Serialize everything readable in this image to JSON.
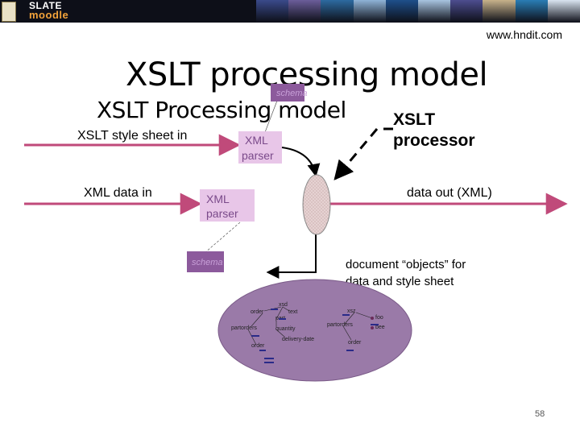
{
  "banner": {
    "logo_line1": "SLATE",
    "logo_line2": "moodle",
    "strip_colors": [
      "#3a4a8a",
      "#6b5d9a",
      "#2d6aa0",
      "#8fb3d6",
      "#1e4f8a",
      "#a8c4e0",
      "#4d4d8f",
      "#c7b28a",
      "#2a7db5",
      "#d9e4f0"
    ]
  },
  "url": "www.hndit.com",
  "title": "XSLT processing model",
  "subtitle": "XSLT Processing model",
  "labels": {
    "xslt_processor_line1": "XSLT",
    "xslt_processor_line2": "processor",
    "stylesheet_in": "XSLT style sheet in",
    "xml_data_in": "XML data in",
    "data_out": "data out (XML)",
    "document_objects_line1": "document “objects” for",
    "document_objects_line2": "data and style sheet"
  },
  "boxes": {
    "schema_top": "schema",
    "schema_bottom": "schema",
    "parser_top_line1": "XML",
    "parser_top_line2": "parser",
    "parser_bottom_line1": "XML",
    "parser_bottom_line2": "parser"
  },
  "tree_left": {
    "nodes": [
      "xsd",
      "order",
      "text",
      "part",
      "partorders",
      "quantity",
      "delivery-date",
      "order"
    ]
  },
  "tree_right": {
    "nodes": [
      "xsz",
      "foo",
      "partorders",
      "bee",
      "order"
    ]
  },
  "page_number": "58",
  "colors": {
    "arrow": "#c04a7a",
    "schema_box": "#8c5a9c",
    "parser_box": "#e8c6e8",
    "ellipse": "#9a7aa8",
    "processor": "#e6d2d2"
  }
}
